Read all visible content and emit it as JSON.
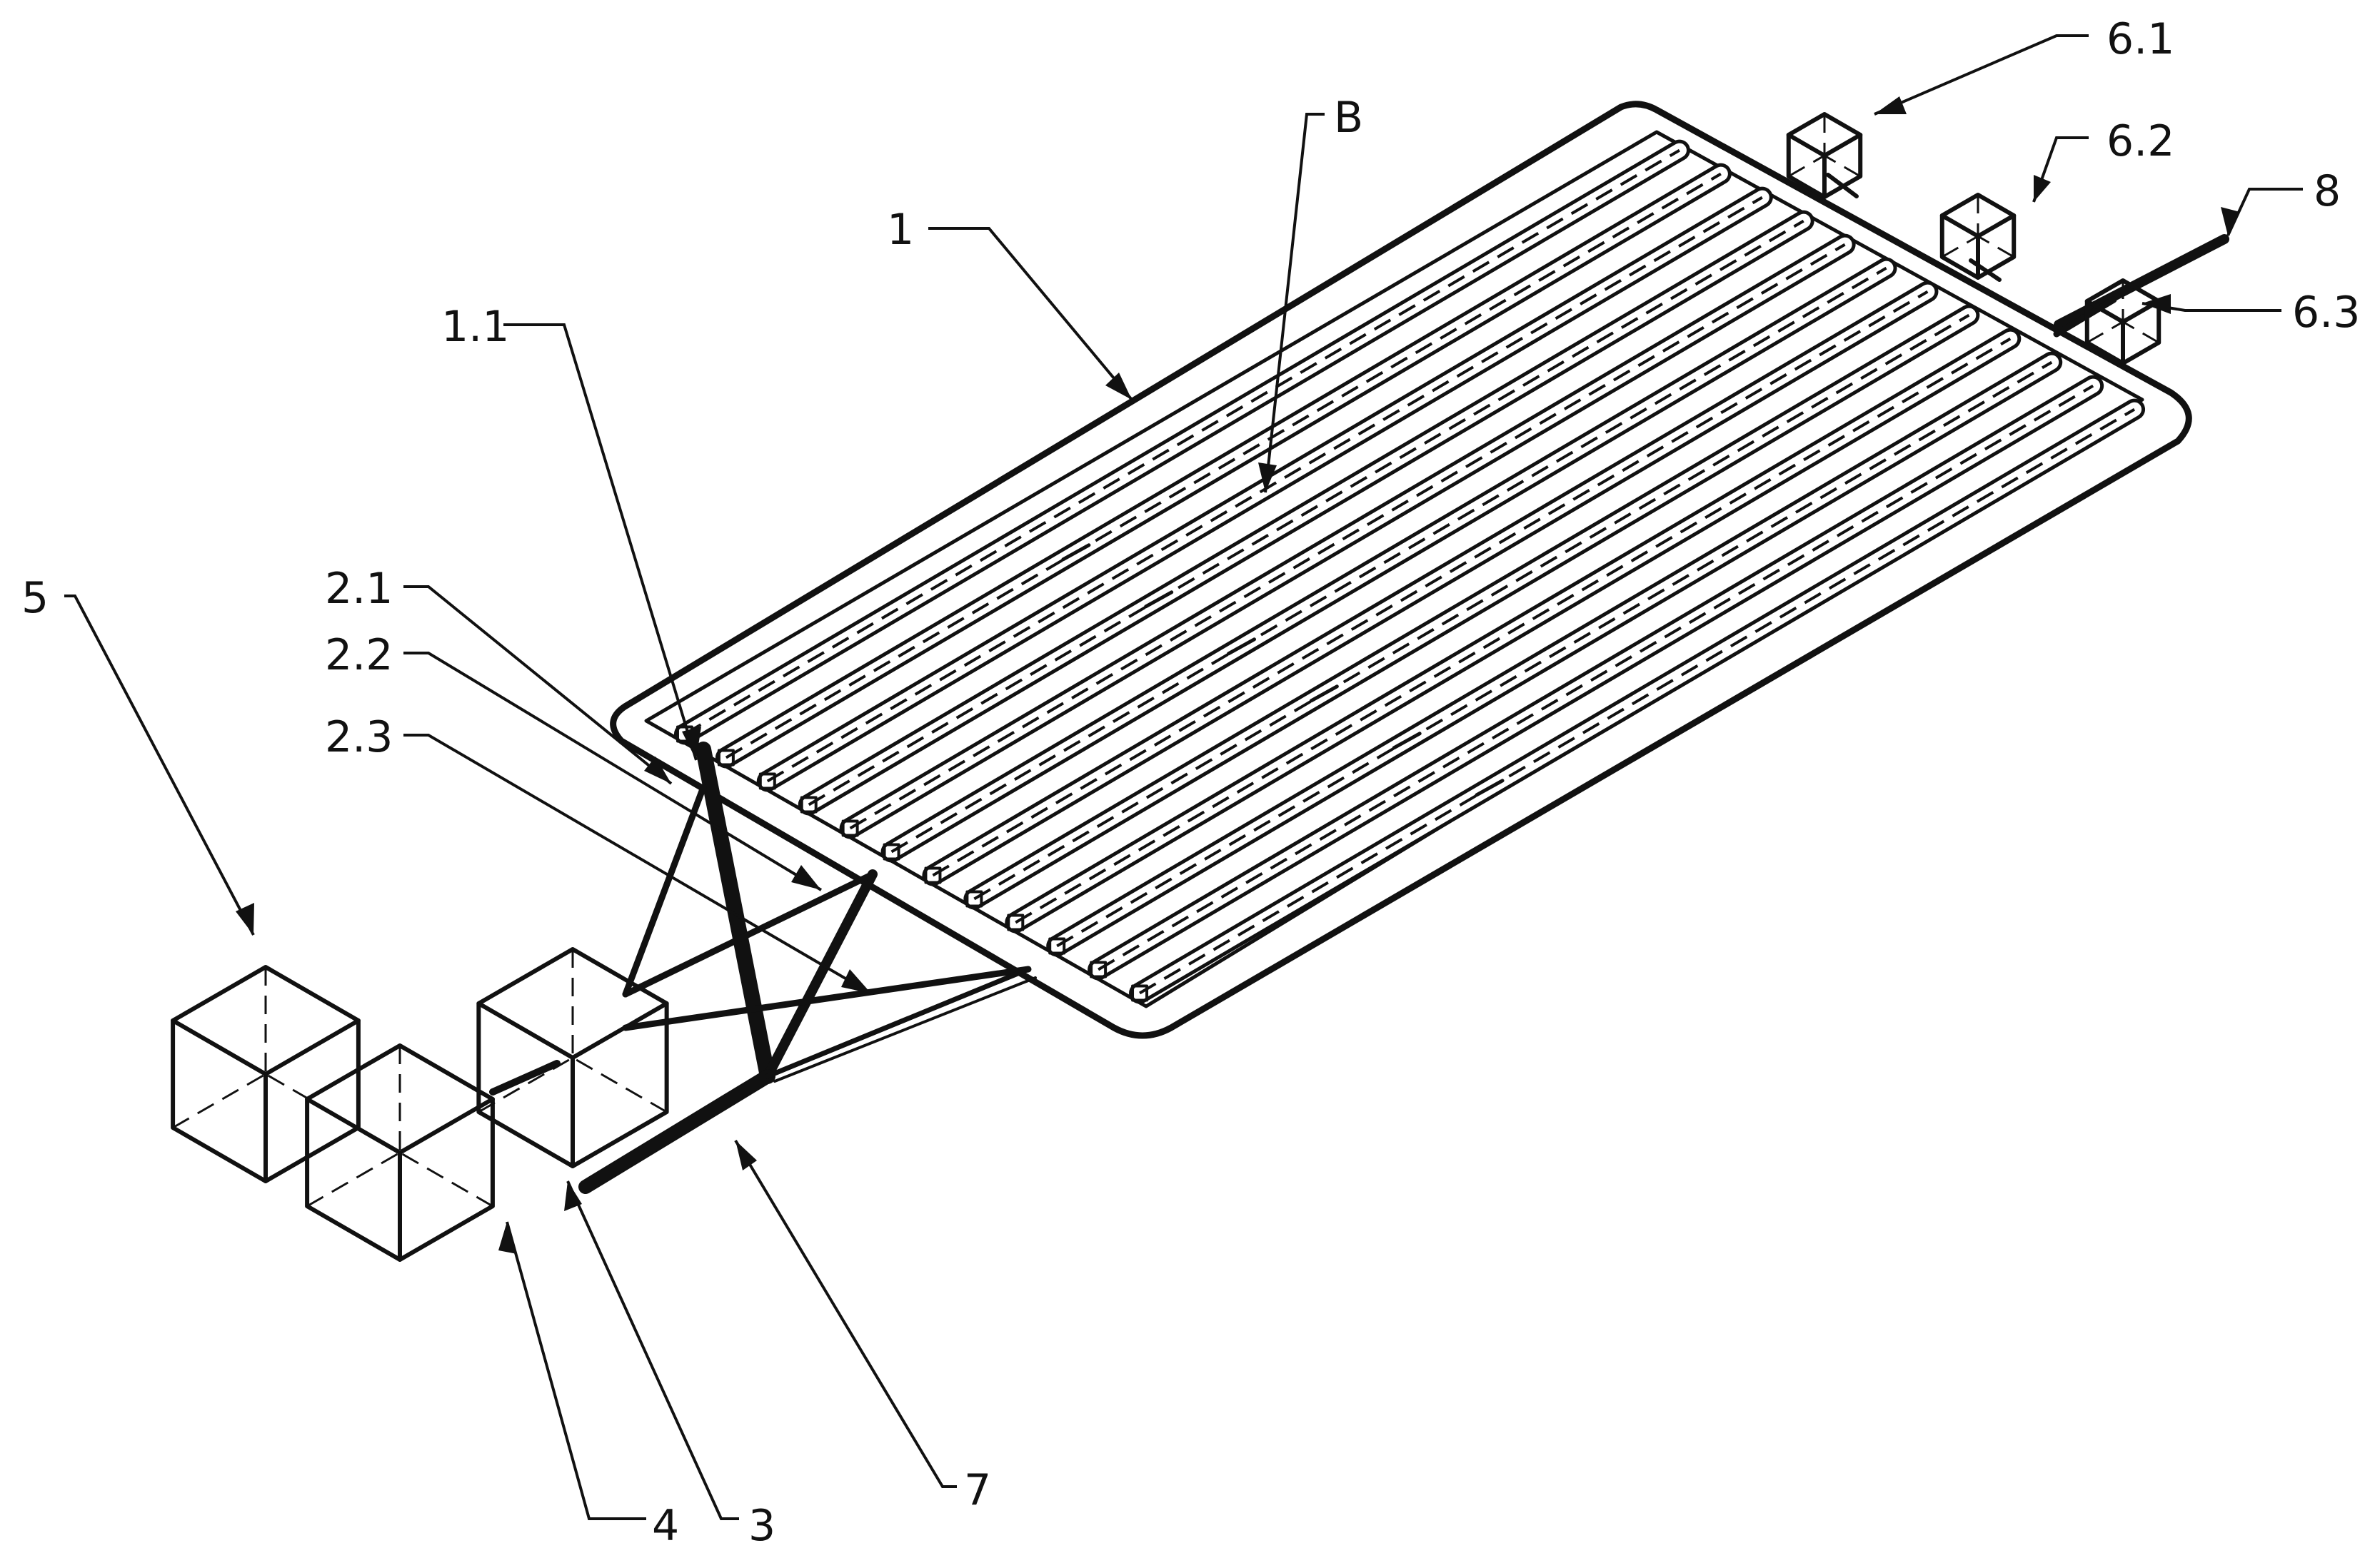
{
  "colors": {
    "ink": "#111111",
    "paper": "#ffffff"
  },
  "labels": {
    "l1": "1",
    "l1_1": "1.1",
    "l2_1": "2.1",
    "l2_2": "2.2",
    "l2_3": "2.3",
    "l3": "3",
    "l4": "4",
    "l5": "5",
    "l6_1": "6.1",
    "l6_2": "6.2",
    "l6_3": "6.3",
    "l7": "7",
    "l8": "8",
    "lB": "B"
  }
}
